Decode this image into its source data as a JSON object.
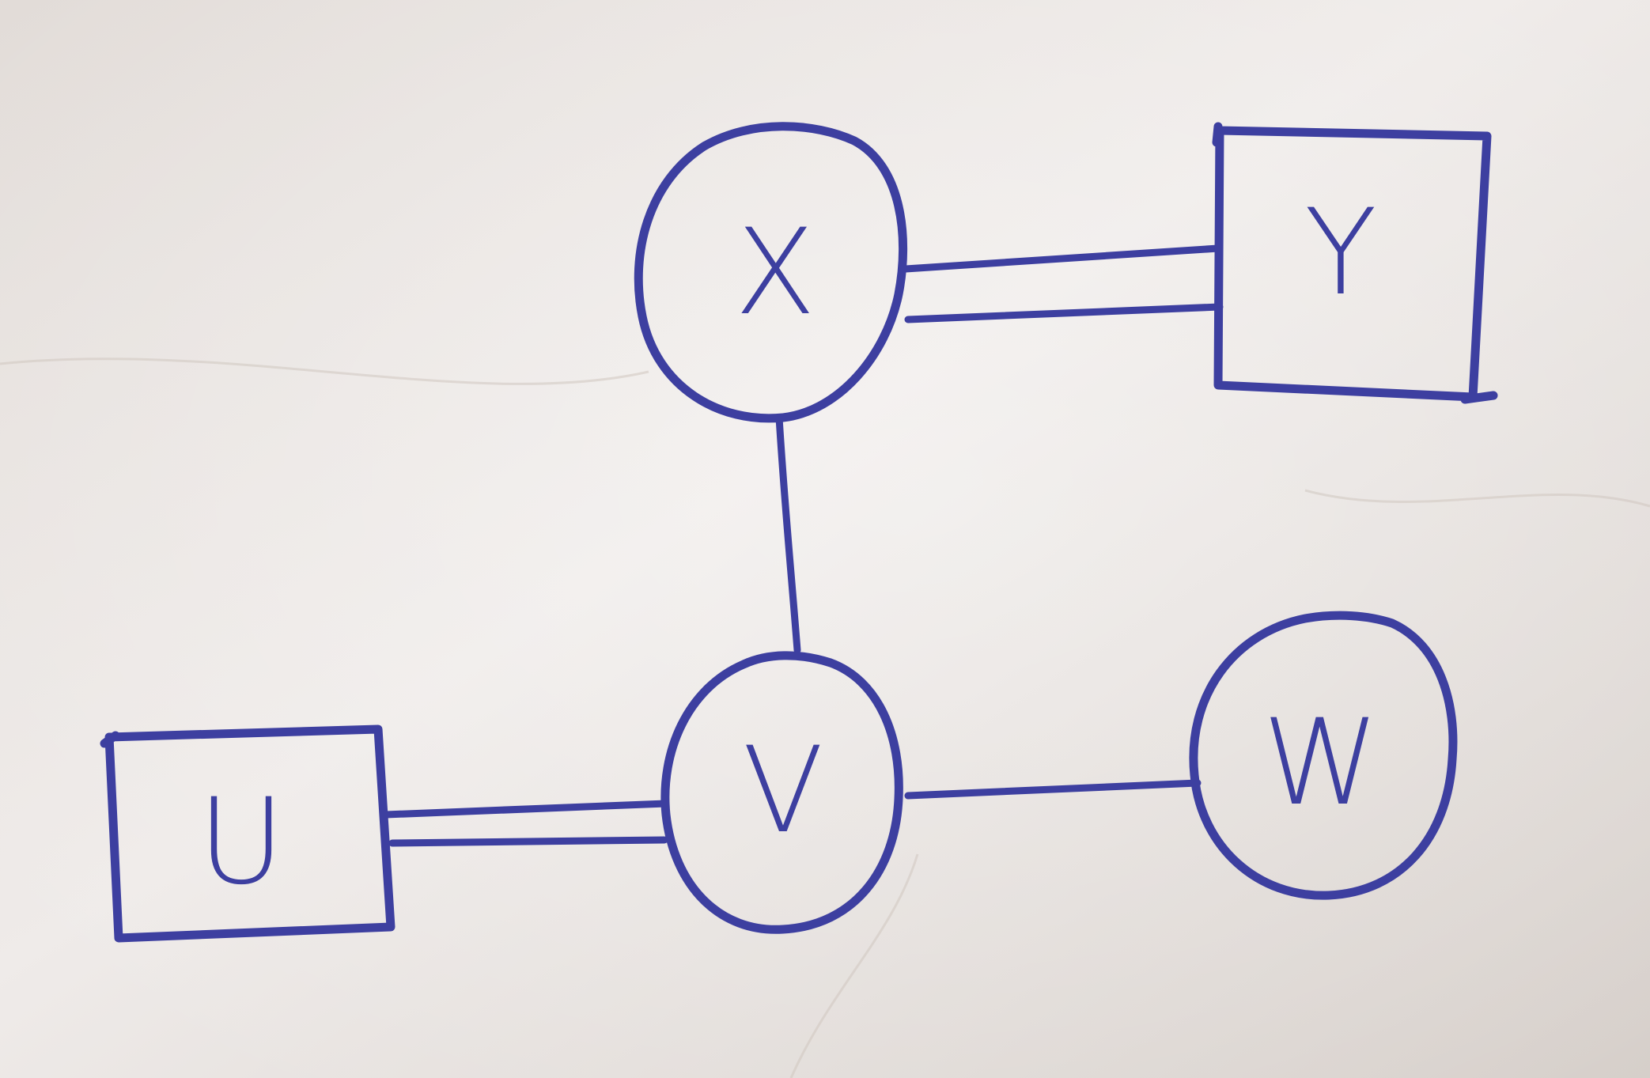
{
  "colors": {
    "ink": "#3d3fa0",
    "paper_light": "#efebe9",
    "paper_mid": "#e2dcd8",
    "paper_shadow": "#d6cfca"
  },
  "nodes": [
    {
      "id": "x",
      "label": "X",
      "shape": "circle"
    },
    {
      "id": "y",
      "label": "Y",
      "shape": "square"
    },
    {
      "id": "v",
      "label": "V",
      "shape": "circle"
    },
    {
      "id": "w",
      "label": "W",
      "shape": "circle"
    },
    {
      "id": "u",
      "label": "U",
      "shape": "square"
    }
  ],
  "edges": [
    {
      "from": "x",
      "to": "y",
      "multiplicity": 2
    },
    {
      "from": "x",
      "to": "v",
      "multiplicity": 1
    },
    {
      "from": "v",
      "to": "w",
      "multiplicity": 1
    },
    {
      "from": "u",
      "to": "v",
      "multiplicity": 2
    }
  ]
}
